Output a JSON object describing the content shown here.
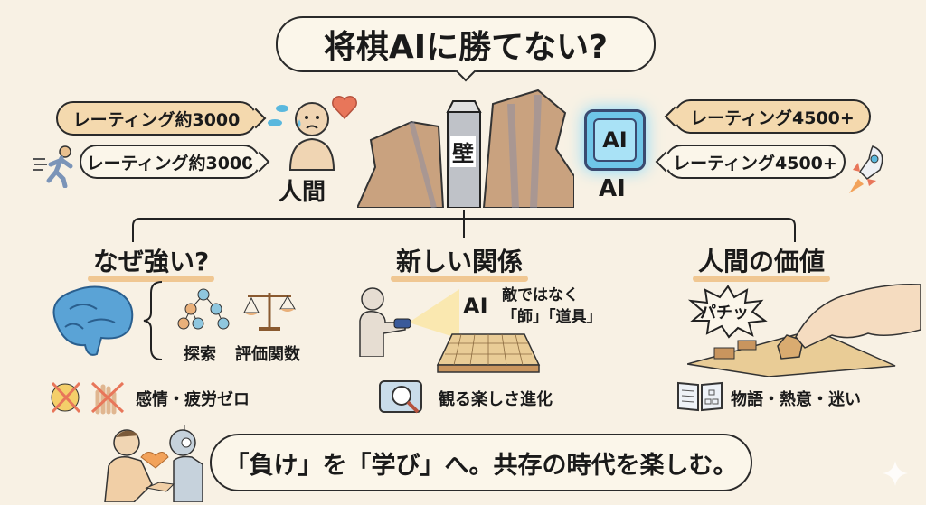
{
  "title": "将棋AIに勝てない?",
  "header": {
    "human": {
      "label": "人間",
      "ratings": [
        "レーティング約3000",
        "レーティング約3000"
      ]
    },
    "wall": {
      "label": "壁"
    },
    "ai": {
      "label": "AI",
      "chip_text": "AI",
      "ratings": [
        "レーティング4500+",
        "レーティング4500+"
      ]
    }
  },
  "sections": [
    {
      "title": "なぜ強い?",
      "items": [
        "探索",
        "評価関数"
      ],
      "footer": "感情・疲労ゼロ"
    },
    {
      "title": "新しい関係",
      "ai_label": "AI",
      "caption_line1": "敵ではなく",
      "caption_line2": "「師」「道具」",
      "footer": "観る楽しさ進化"
    },
    {
      "title": "人間の価値",
      "burst": "パチッ",
      "footer": "物語・熱意・迷い"
    }
  ],
  "footer": {
    "message": "「負け」を「学び」へ。共存の時代を楽しむ。"
  },
  "colors": {
    "background": "#f8f1e4",
    "orange_bubble": "#f4d9ae",
    "ai_blue": "#6fc6e8",
    "accent_underline": "#f0c792",
    "brain_blue": "#5aa3d6"
  }
}
